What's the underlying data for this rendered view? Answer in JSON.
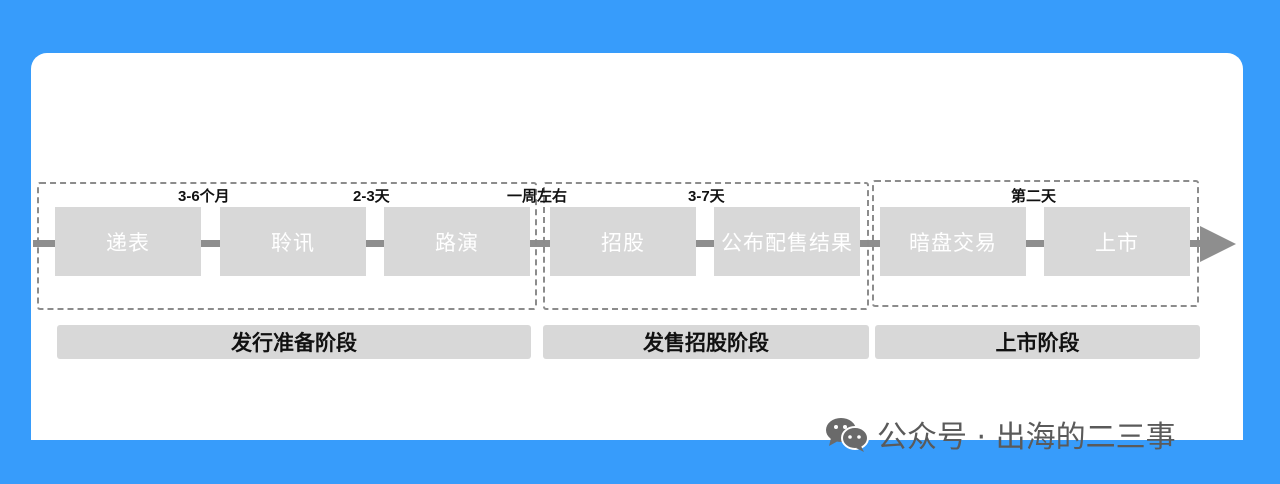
{
  "diagram": {
    "title": "",
    "durations": [
      {
        "label": "3-6个月",
        "between": [
          "递表",
          "聆讯"
        ]
      },
      {
        "label": "2-3天",
        "between": [
          "聆讯",
          "路演"
        ]
      },
      {
        "label": "一周左右",
        "between": [
          "路演",
          "招股"
        ]
      },
      {
        "label": "3-7天",
        "between": [
          "招股",
          "公布配售结果"
        ]
      },
      {
        "label": "第二天",
        "between": [
          "暗盘交易",
          "上市"
        ]
      }
    ],
    "steps": [
      {
        "label": "递表"
      },
      {
        "label": "聆讯"
      },
      {
        "label": "路演"
      },
      {
        "label": "招股"
      },
      {
        "label": "公布配售结果"
      },
      {
        "label": "暗盘交易"
      },
      {
        "label": "上市"
      }
    ],
    "phases": [
      {
        "label": "发行准备阶段",
        "steps": [
          "递表",
          "聆讯",
          "路演"
        ]
      },
      {
        "label": "发售招股阶段",
        "steps": [
          "招股",
          "公布配售结果"
        ]
      },
      {
        "label": "上市阶段",
        "steps": [
          "暗盘交易",
          "上市"
        ]
      }
    ],
    "colors": {
      "background": "#379cfb",
      "card": "#ffffff",
      "step_fill": "#d8d8d8",
      "connector": "#8e8e8e",
      "text": "#111111"
    }
  },
  "watermark": {
    "icon": "wechat-icon",
    "text": "公众号 · 出海的二三事"
  }
}
